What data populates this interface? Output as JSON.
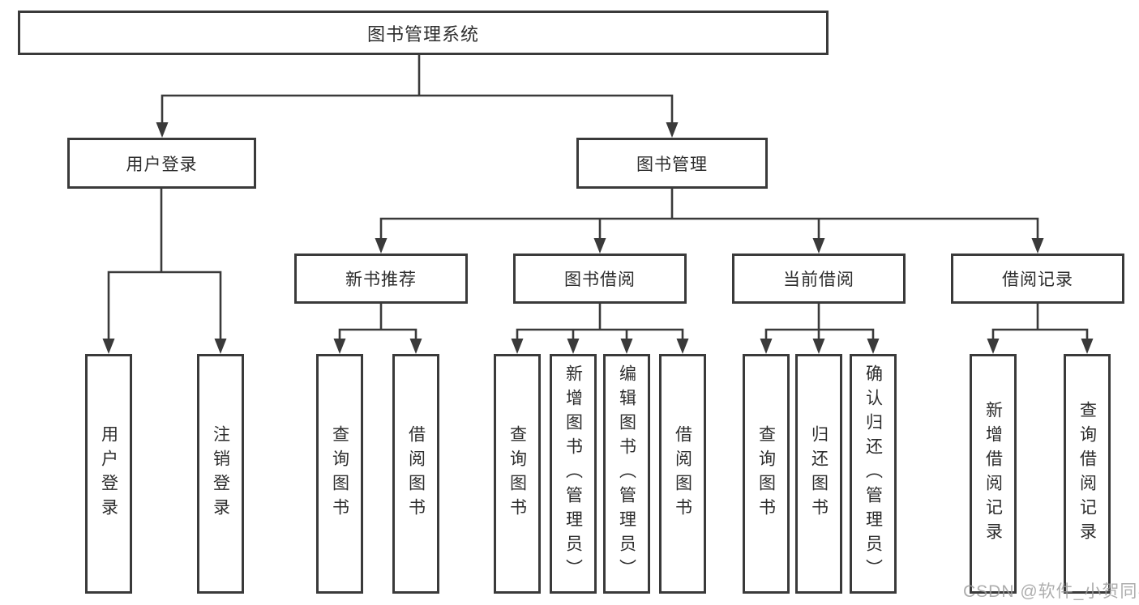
{
  "diagram": {
    "root": "图书管理系统",
    "level2": {
      "user_login": "用户登录",
      "book_management": "图书管理"
    },
    "level3": {
      "new_book_recommend": "新书推荐",
      "book_borrow": "图书借阅",
      "current_borrow": "当前借阅",
      "borrow_records": "借阅记录"
    },
    "leaves": {
      "user_login": [
        "用户登录",
        "注销登录"
      ],
      "new_book_recommend": [
        "查询图书",
        "借阅图书"
      ],
      "book_borrow": [
        "查询图书",
        "新增图书（管理员）",
        "编辑图书（管理员）",
        "借阅图书"
      ],
      "current_borrow": [
        "查询图书",
        "归还图书",
        "确认归还（管理员）"
      ],
      "borrow_records": [
        "新增借阅记录",
        "查询借阅记录"
      ]
    }
  },
  "watermark": {
    "text": "CSDN @软件_小贺同学"
  },
  "colors": {
    "line": "#3a3a3a",
    "text": "#2d2d2d",
    "watermark": "#9c9c9c"
  }
}
